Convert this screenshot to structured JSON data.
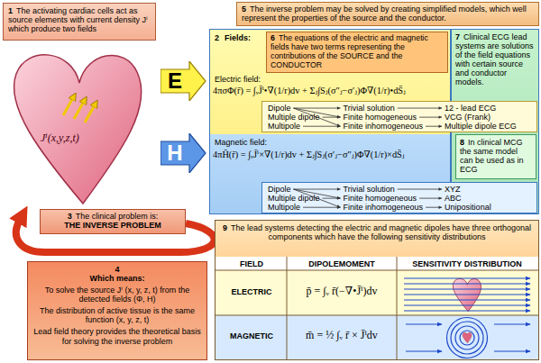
{
  "diagram": {
    "nodes": [
      {
        "text": [
          "1",
          "The activating cardiac cells act as source elements with current density Jⁱ which produce two fields"
        ]
      },
      {
        "text": [
          "E"
        ]
      },
      {
        "text": [
          "H"
        ]
      },
      {
        "text": [
          "5",
          "The inverse problem may be solved by creating simplified models, which well represent the properties of the source and the conductor."
        ]
      },
      {
        "text": [
          "2",
          "Fields:",
          "Electric field:",
          "4πσΦ(r̄) = ∫ᵥJ̄ⁱ•∇(1/r)dv + Σⱼ∫Sⱼ(σ″ⱼ−σ′ⱼ)Φ∇(1/r)•dS̄ⱼ",
          "Magnetic field:",
          "4πH̄(r̄) = ∫ᵥJ̄ⁱ×∇(1/r)dv + Σⱼ∫Sⱼ(σ′ⱼ−σ″ⱼ)Φ∇(1/r)×dS̄ⱼ"
        ]
      },
      {
        "text": [
          "6",
          "The equations of the electric and magnetic fields have two terms representing the contributions of the SOURCE and the CONDUCTOR"
        ],
        "in": 4
      },
      {
        "text": [
          "7",
          "Clinical ECG lead systems are solutions of the field equations with certain source and conductor models."
        ]
      },
      {
        "text": [
          "8",
          "In clinical MCG the same model can be used as in ECG"
        ],
        "in": 6
      },
      {
        "text": [
          "Dipole",
          "Multiple dipole",
          "Multipole",
          "Trivial solution",
          "Finite homogeneous",
          "Finite inhomogeneous",
          "12 - lead ECG",
          "VCG (Frank)",
          "Multiple dipole ECG"
        ]
      },
      {
        "text": [
          "Dipole",
          "Multiple dipole",
          "Multipole",
          "Trivial solution",
          "Finite homogeneous",
          "Finite inhomogeneous",
          "XYZ",
          "ABC",
          "Unipositional"
        ]
      },
      {
        "text": [
          "3",
          "The clinical problem is:",
          "THE INVERSE PROBLEM"
        ]
      },
      {
        "text": [
          "4",
          "Which means:",
          "To solve the source Jⁱ (x, y, z, t) from the detected fields (Φ, H)",
          "The distribution of active tissue is the same function (x, y, z, t)",
          "Lead field theory provides the theoretical basis for solving the inverse problem"
        ]
      },
      {
        "text": [
          "9",
          "The lead systems detecting the electric and magnetic dipoles have three orthogonal components which have the following sensitivity distributions"
        ]
      }
    ],
    "labels": [
      "Jⁱ(x,y,z,t)",
      "FIELD",
      "DIPOLEMOMENT",
      "SENSITIVITY DISTRIBUTION",
      "ELECTRIC",
      "p̄ = ∫ᵥ r̄(−∇•J̄ⁱ)dv",
      "MAGNETIC",
      "m̄ = ½ ∫ᵥ r̄ × J̄ⁱdv"
    ]
  }
}
